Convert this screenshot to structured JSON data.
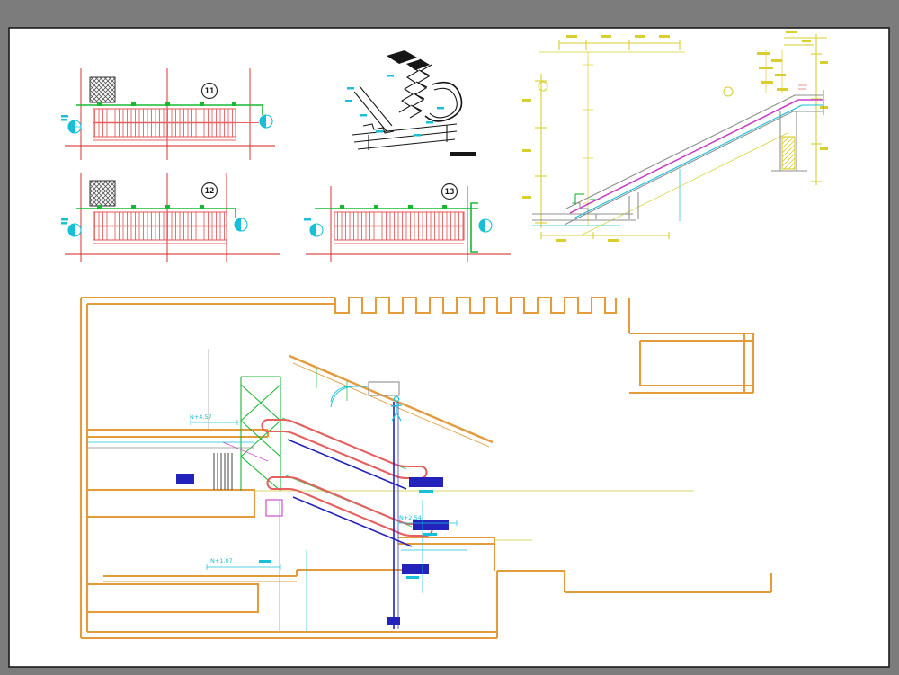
{
  "canvas": {
    "background": "#7c7c7c",
    "page_background": "#ffffff",
    "page_border": "#1c1c1c"
  },
  "palette": {
    "axis-red": "#d42020",
    "escalator-red": "#e66060",
    "green": "#18b832",
    "cyan": "#17c0d8",
    "yellow": "#d8cf2e",
    "orange": "#e39b3c",
    "olive": "#cfc63e",
    "magenta": "#c840c8",
    "navy": "#2323bb",
    "ink": "#161616",
    "gray": "#8f8f8f"
  },
  "plan_views": {
    "bubbles": [
      {
        "label": "11"
      },
      {
        "label": "12"
      },
      {
        "label": "13"
      }
    ]
  },
  "section_annotations": {
    "levels": [
      {
        "text": "N+4.57"
      },
      {
        "text": "N+2.54"
      },
      {
        "text": "N+1.07"
      }
    ]
  }
}
